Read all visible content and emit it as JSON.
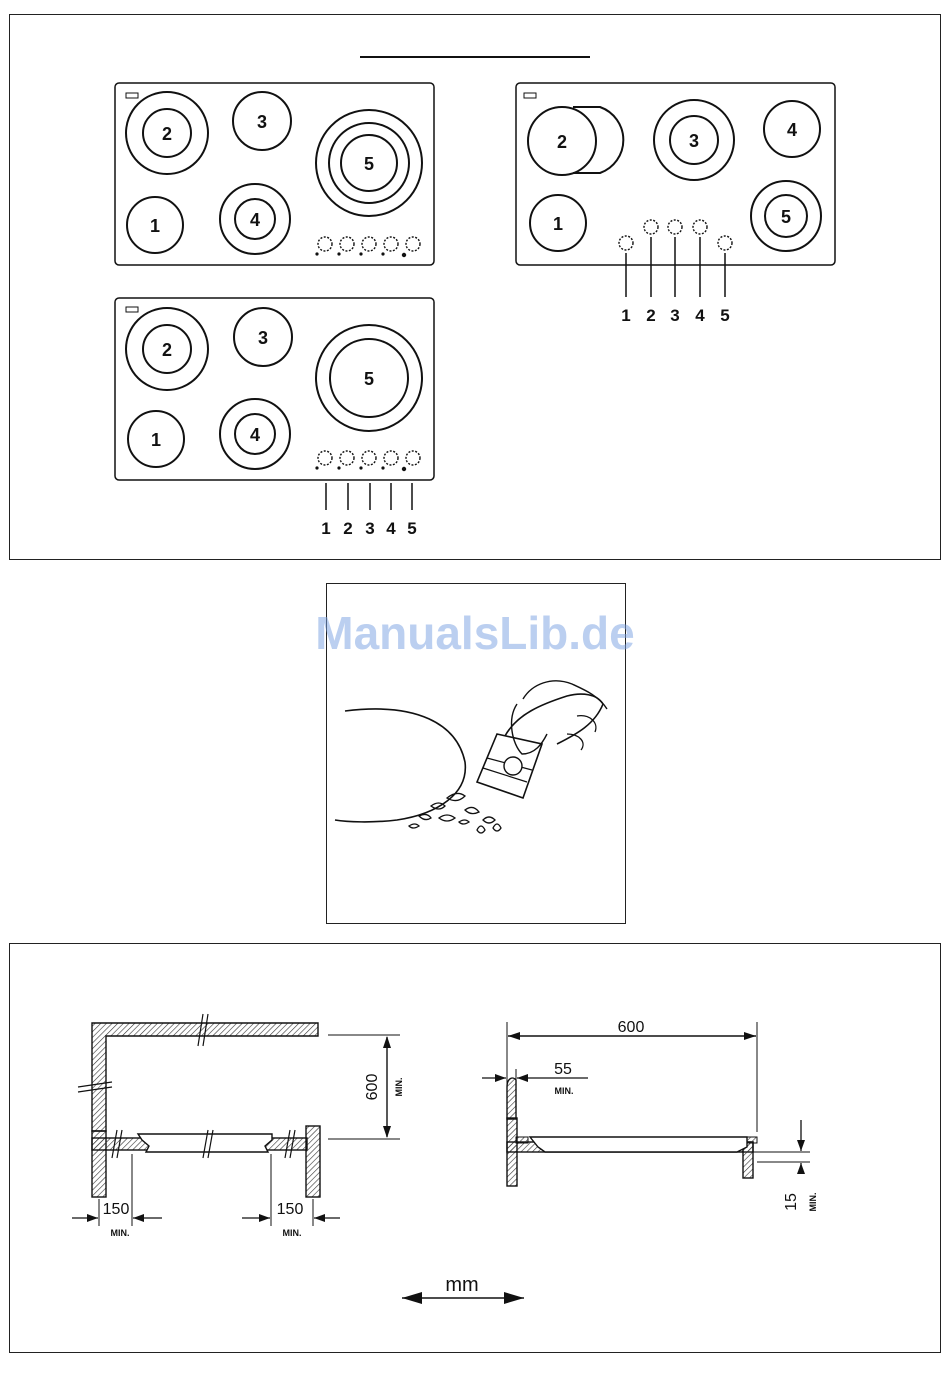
{
  "hob_a": {
    "zones": [
      "2",
      "3",
      "5",
      "1",
      "4"
    ]
  },
  "hob_b": {
    "zones": [
      "2",
      "3",
      "5",
      "1",
      "4"
    ],
    "control_numbers": [
      "1",
      "2",
      "3",
      "4",
      "5"
    ]
  },
  "hob_c": {
    "zones": [
      "2",
      "3",
      "4",
      "1",
      "5"
    ],
    "control_numbers": [
      "1",
      "2",
      "3",
      "4",
      "5"
    ]
  },
  "watermark": "ManualsLib.de",
  "installation": {
    "left": {
      "height_value": "600",
      "height_min": "MIN.",
      "left_clearance": "150",
      "left_min": "MIN.",
      "right_clearance": "150",
      "right_min": "MIN."
    },
    "right": {
      "depth_value": "600",
      "wall_clearance": "55",
      "wall_min": "MIN.",
      "under_clearance": "15",
      "under_min": "MIN."
    },
    "unit": "mm"
  }
}
